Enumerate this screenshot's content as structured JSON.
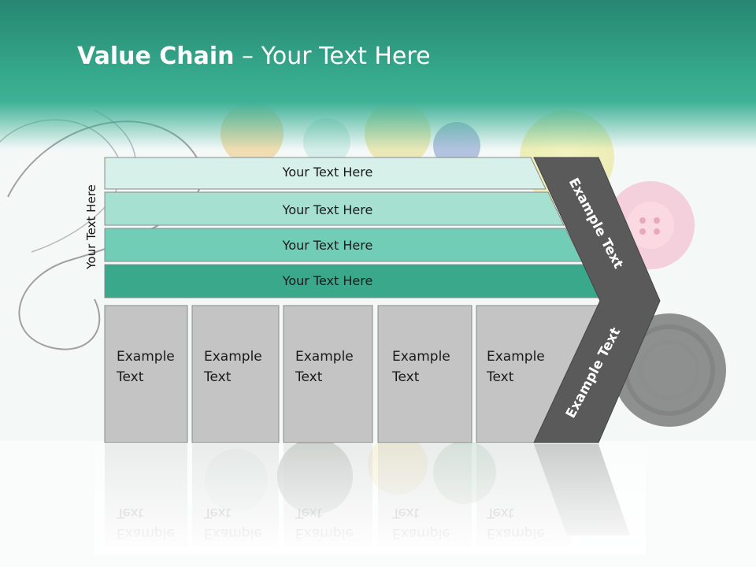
{
  "header": {
    "title_bold": "Value Chain",
    "title_rest": " – Your Text Here"
  },
  "side_label": "Your Text Here",
  "bars": [
    {
      "label": "Your Text Here",
      "color": "#d7f0ea"
    },
    {
      "label": "Your Text Here",
      "color": "#a6e0d0"
    },
    {
      "label": "Your Text Here",
      "color": "#72cdb6"
    },
    {
      "label": "Your Text Here",
      "color": "#3aa88b"
    }
  ],
  "columns": [
    {
      "line1": "Example",
      "line2": "Text"
    },
    {
      "line1": "Example",
      "line2": "Text"
    },
    {
      "line1": "Example",
      "line2": "Text"
    },
    {
      "line1": "Example",
      "line2": "Text"
    },
    {
      "line1": "Example",
      "line2": "Text"
    }
  ],
  "chevron": {
    "upper_text": "Example Text",
    "lower_text": "Example Text",
    "color": "#5a5a5a"
  },
  "colors": {
    "header": "#36a98c",
    "column_fill": "#c4c4c4"
  }
}
